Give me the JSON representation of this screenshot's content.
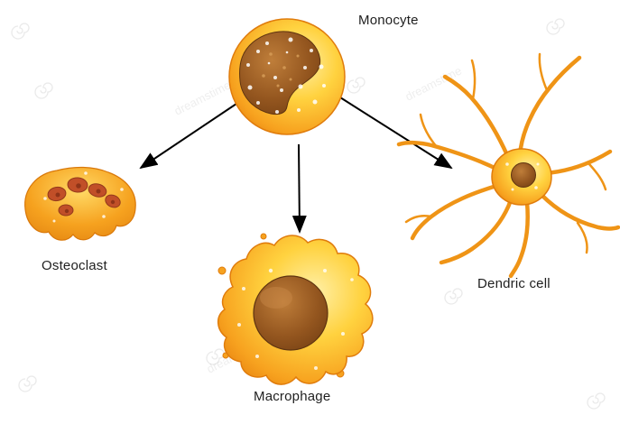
{
  "labels": {
    "monocyte": "Monocyte",
    "osteoclast": "Osteoclast",
    "macrophage": "Macrophage",
    "dendritic_cell": "Dendric cell"
  },
  "watermark": {
    "text": "dreamstime"
  },
  "colors": {
    "background": "#ffffff",
    "cell_highlight": "#fff0a8",
    "cell_yellow": "#ffd23f",
    "cell_orange": "#f7a21f",
    "cell_deep_orange": "#e67f0e",
    "cell_outline": "#e07c0c",
    "nucleus_brown": "#94561f",
    "nucleus_dark": "#6f3c11",
    "osteoclast_nucleus": "#c14f28",
    "arrow": "#000000",
    "label_text": "#1f1f1f",
    "watermark_gray": "#d9d9d9"
  }
}
